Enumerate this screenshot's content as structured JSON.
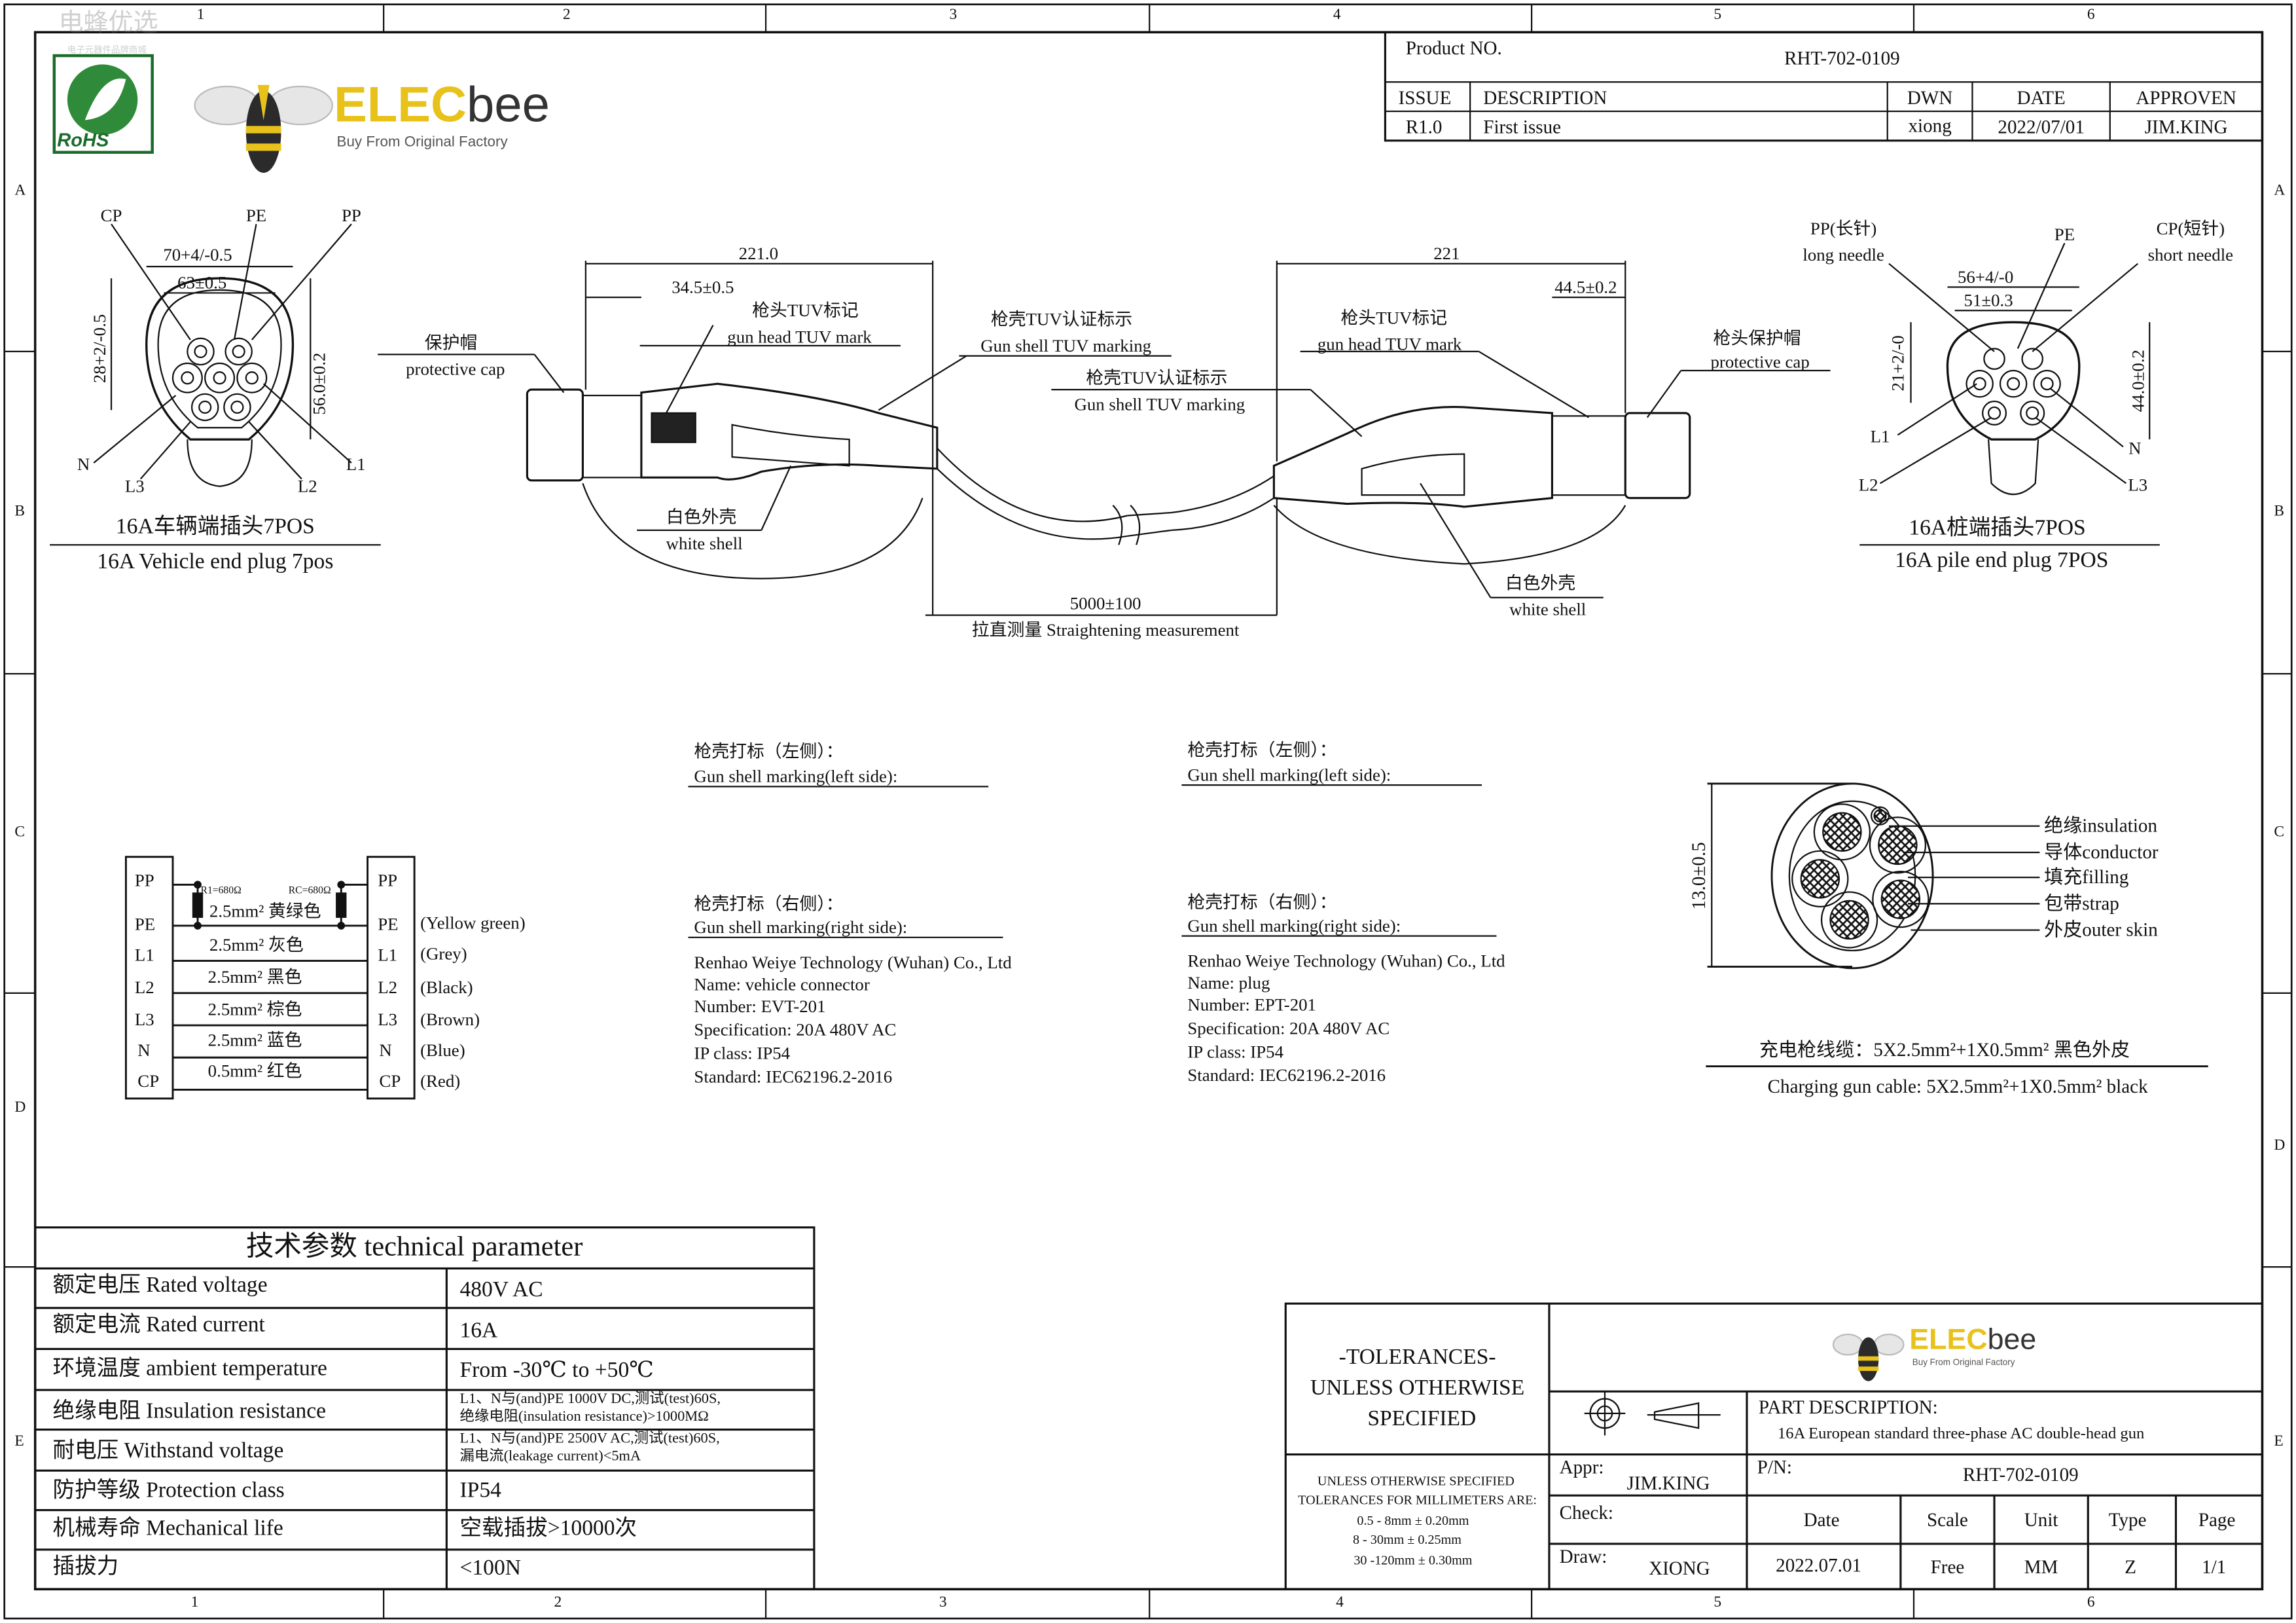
{
  "watermark": {
    "title": "电蜂优选",
    "subtitle": "电子元器件品牌商城"
  },
  "logo": {
    "brand_part1": "ELEC",
    "brand_part2": "bee",
    "tagline": "Buy From Original Factory",
    "rohs": "RoHS",
    "accent": "#e8c21a"
  },
  "grid": {
    "columns": [
      "1",
      "2",
      "3",
      "4",
      "5",
      "6"
    ],
    "rows": [
      "A",
      "B",
      "C",
      "D",
      "E"
    ]
  },
  "header": {
    "product_no_label": "Product NO.",
    "product_no": "RHT-702-0109",
    "cols": [
      "ISSUE",
      "DESCRIPTION",
      "DWN",
      "DATE",
      "APPROVEN"
    ],
    "row": [
      "R1.0",
      "First issue",
      "xiong",
      "2022/07/01",
      "JIM.KING"
    ]
  },
  "vehicle_plug": {
    "pins_top": [
      "CP",
      "PE",
      "PP"
    ],
    "dim_width_outer": "70+4/-0.5",
    "dim_width_inner": "63±0.5",
    "dim_height_left": "28+2/-0.5",
    "dim_height_right": "56.0±0.2",
    "pins_bottom": [
      "N",
      "L3",
      "L2",
      "L1"
    ],
    "title_cn": "16A车辆端插头7POS",
    "title_en": "16A Vehicle end plug 7pos"
  },
  "pile_plug": {
    "pp_cn": "PP(长针)",
    "pp_en": "long needle",
    "pe": "PE",
    "cp_cn": "CP(短针)",
    "cp_en": "short needle",
    "dim_width_outer": "56+4/-0",
    "dim_width_inner": "51±0.3",
    "dim_height_left": "21+2/-0",
    "dim_height_right": "44.0±0.2",
    "pins": [
      "L1",
      "N",
      "L2",
      "L3"
    ],
    "title_cn": "16A桩端插头7POS",
    "title_en": "16A pile end plug 7POS"
  },
  "cable_assembly": {
    "left_length": "221.0",
    "left_head": "34.5±0.5",
    "left_head_mark_cn": "枪头TUV标记",
    "left_head_mark_en": "gun head TUV mark",
    "left_shell_mark_cn": "枪壳TUV认证标示",
    "left_shell_mark_en": "Gun shell TUV marking",
    "left_cap_cn": "保护帽",
    "left_cap_en": "protective cap",
    "left_shell_cn": "白色外壳",
    "left_shell_en": "white shell",
    "cable_length": "5000±100",
    "cable_length_note": "拉直测量 Straightening measurement",
    "right_length": "221",
    "right_head": "44.5±0.2",
    "right_head_mark_cn": "枪头TUV标记",
    "right_head_mark_en": "gun head TUV mark",
    "right_shell_mark_cn": "枪壳TUV认证标示",
    "right_shell_mark_en": "Gun shell TUV marking",
    "right_cap_cn": "枪头保护帽",
    "right_cap_en": "protective cap",
    "right_shell_cn": "白色外壳",
    "right_shell_en": "white shell"
  },
  "markings": [
    {
      "left_cn": "枪壳打标（左侧）：",
      "left_en": "Gun shell marking(left side):",
      "right_cn": "枪壳打标（右侧）：",
      "right_en": "Gun shell marking(right side):",
      "lines": [
        "Renhao Weiye Technology (Wuhan) Co., Ltd",
        "Name: vehicle connector",
        "Number: EVT-201",
        "Specification: 20A 480V AC",
        "IP class: IP54",
        "Standard: IEC62196.2-2016"
      ]
    },
    {
      "left_cn": "枪壳打标（左侧）：",
      "left_en": "Gun shell marking(left side):",
      "right_cn": "枪壳打标（右侧）：",
      "right_en": "Gun shell marking(right side):",
      "lines": [
        "Renhao Weiye Technology (Wuhan) Co., Ltd",
        "Name: plug",
        "Number: EPT-201",
        "Specification: 20A 480V AC",
        "IP class: IP54",
        "Standard: IEC62196.2-2016"
      ]
    }
  ],
  "wiring": {
    "r1": "R1=680Ω",
    "rc": "RC=680Ω",
    "pins": [
      "PP",
      "PE",
      "L1",
      "L2",
      "L3",
      "N",
      "CP"
    ],
    "wires": [
      {
        "spec": "2.5mm²",
        "color_cn": "黄绿色",
        "color_en": "(Yellow green)"
      },
      {
        "spec": "2.5mm²",
        "color_cn": "灰色",
        "color_en": "(Grey)"
      },
      {
        "spec": "2.5mm²",
        "color_cn": "黑色",
        "color_en": "(Black)"
      },
      {
        "spec": "2.5mm²",
        "color_cn": "棕色",
        "color_en": "(Brown)"
      },
      {
        "spec": "2.5mm²",
        "color_cn": "蓝色",
        "color_en": "(Blue)"
      },
      {
        "spec": "0.5mm²",
        "color_cn": "红色",
        "color_en": "(Red)"
      }
    ]
  },
  "cable_section": {
    "diameter": "13.0±0.5",
    "labels": [
      "绝缘insulation",
      "导体conductor",
      "填充filling",
      "包带strap",
      "外皮outer skin"
    ],
    "caption_cn": "充电枪线缆：5X2.5mm²+1X0.5mm²  黑色外皮",
    "caption_en": "Charging gun cable: 5X2.5mm²+1X0.5mm²  black"
  },
  "tech_table": {
    "title": "技术参数 technical parameter",
    "rows": [
      {
        "name": "额定电压 Rated voltage",
        "value": "480V AC"
      },
      {
        "name": "额定电流 Rated current",
        "value": "16A"
      },
      {
        "name": "环境温度 ambient temperature",
        "value": "From -30℃ to +50℃"
      },
      {
        "name": "绝缘电阻 Insulation resistance",
        "value": "L1、N与(and)PE 1000V DC,测试(test)60S,",
        "value2": "绝缘电阻(insulation resistance)>1000MΩ"
      },
      {
        "name": "耐电压  Withstand voltage",
        "value": "L1、N与(and)PE 2500V AC,测试(test)60S,",
        "value2": "漏电流(leakage current)<5mA"
      },
      {
        "name": "防护等级 Protection class",
        "value": "IP54"
      },
      {
        "name": "机械寿命 Mechanical life",
        "value": "空载插拔>10000次"
      },
      {
        "name": "插拔力",
        "value": "<100N"
      }
    ]
  },
  "title_block": {
    "tol_title": [
      "-TOLERANCES-",
      "UNLESS OTHERWISE",
      "SPECIFIED"
    ],
    "tol_lines": [
      "UNLESS OTHERWISE SPECIFIED",
      "TOLERANCES FOR MILLIMETERS ARE:",
      "0.5 - 8mm ± 0.20mm",
      "8 - 30mm ± 0.25mm",
      "30 -120mm ± 0.30mm"
    ],
    "part_desc_label": "PART DESCRIPTION:",
    "part_desc": "16A European standard three-phase AC double-head gun",
    "appr_label": "Appr:",
    "appr": "JIM.KING",
    "pn_label": "P/N:",
    "pn": "RHT-702-0109",
    "check_label": "Check:",
    "draw_label": "Draw:",
    "draw": "XIONG",
    "cols": [
      "Date",
      "Scale",
      "Unit",
      "Type",
      "Page"
    ],
    "vals": [
      "2022.07.01",
      "Free",
      "MM",
      "Z",
      "1/1"
    ]
  }
}
